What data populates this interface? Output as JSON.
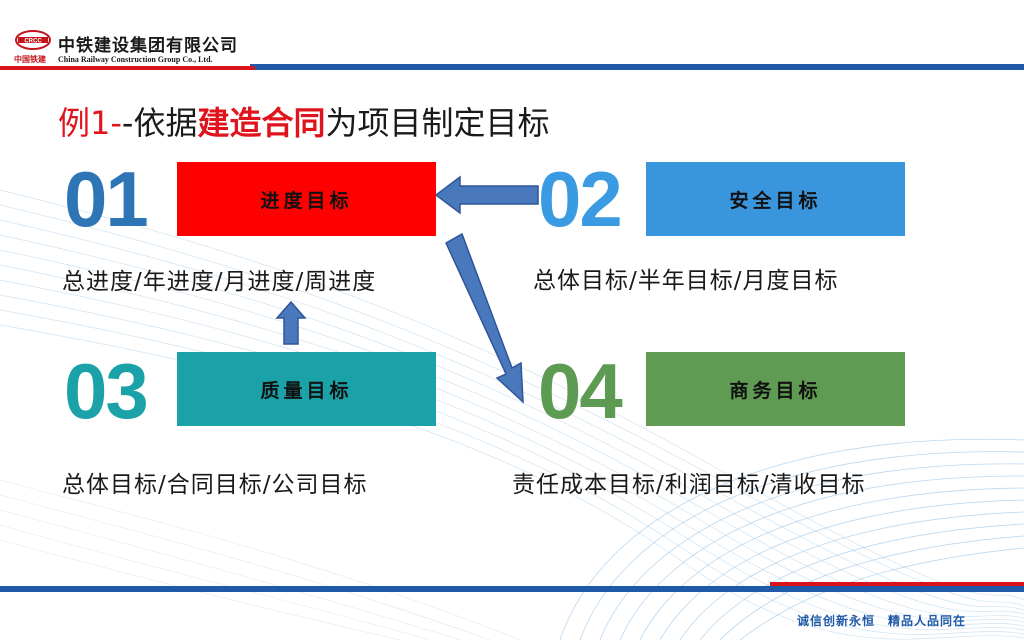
{
  "header": {
    "company_cn": "中铁建设集团有限公司",
    "company_en": "China Railway Construction Group Co., Ltd.",
    "logo_cn": "中国铁建",
    "logo_text": "CRCC"
  },
  "title": {
    "part1": "例1-",
    "part2": "-依据",
    "part3": "建造合同",
    "part4": "为项目制定目标"
  },
  "targets": [
    {
      "number": "01",
      "label": "进度目标",
      "desc": "总进度/年进度/月进度/周进度",
      "color": "#ff0000"
    },
    {
      "number": "02",
      "label": "安全目标",
      "desc": "总体目标/半年目标/月度目标",
      "color": "#3a96dc"
    },
    {
      "number": "03",
      "label": "质量目标",
      "desc": "总体目标/合同目标/公司目标",
      "color": "#1aa2a8"
    },
    {
      "number": "04",
      "label": "商务目标",
      "desc": "责任成本目标/利润目标/清收目标",
      "color": "#5f9b52"
    }
  ],
  "footer": {
    "slogan": "诚信创新永恒　精品人品同在"
  },
  "colors": {
    "brand_blue": "#1f5aa8",
    "brand_red": "#d7141c",
    "arrow": "#4a78bd"
  }
}
